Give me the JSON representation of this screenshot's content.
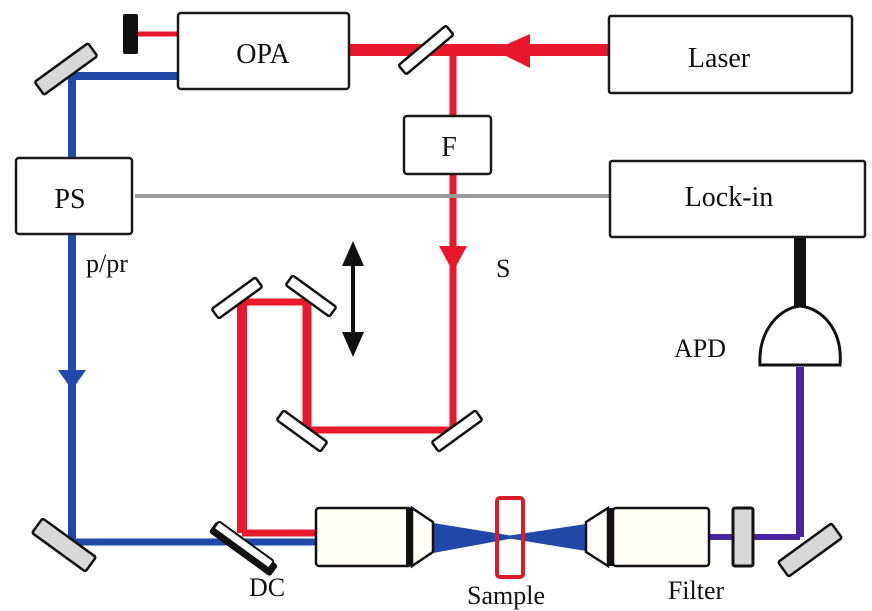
{
  "figure": {
    "type": "optical-setup-schematic",
    "components": {
      "laser": "Laser",
      "opa": "OPA",
      "filter_block": "F",
      "pulse_shaper": "PS",
      "lockin": "Lock-in",
      "apd": "APD",
      "dichroic": "DC",
      "sample": "Sample",
      "filter": "Filter"
    },
    "beam_labels": {
      "pump_probe": "p/pr",
      "stokes": "S"
    },
    "colors": {
      "red_beam": "#e8192c",
      "blue_beam": "#1f48a8",
      "purple_beam": "#4a25a0",
      "signal_line": "#9a9a9a",
      "outline": "#1a1a1a",
      "mirror_fill": "#d8d8d8",
      "sample_outline": "#d91c28"
    }
  }
}
